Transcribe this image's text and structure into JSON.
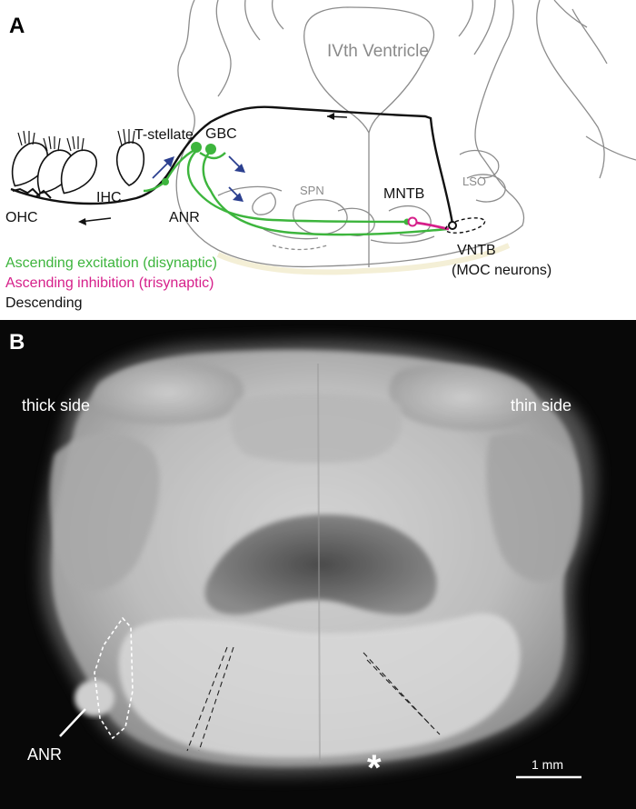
{
  "panel_a": {
    "letter": "A",
    "labels": {
      "ventricle": "IVth Ventricle",
      "t_stellate": "T-stellate",
      "gbc": "GBC",
      "ihc": "IHC",
      "ohc": "OHC",
      "anr": "ANR",
      "spn": "SPN",
      "mntb": "MNTB",
      "lso": "LSO",
      "vntb": "VNTB",
      "moc": "(MOC neurons)"
    },
    "legend": [
      {
        "text": "Ascending excitation (disynaptic)",
        "color": "#3db53d"
      },
      {
        "text": "Ascending inhibition (trisynaptic)",
        "color": "#d61f8a"
      },
      {
        "text": "Descending",
        "color": "#111111"
      }
    ]
  },
  "panel_b": {
    "letter": "B",
    "thick_side": "thick side",
    "thin_side": "thin side",
    "anr": "ANR",
    "asterisk": "*",
    "scale_bar": "1 mm"
  },
  "colors": {
    "excitation": "#3db53d",
    "inhibition": "#d61f8a",
    "descending": "#111111",
    "arrow_blue": "#2b3f8f",
    "outline_grey": "#8c8c8c",
    "photo_bg": "#080808"
  }
}
